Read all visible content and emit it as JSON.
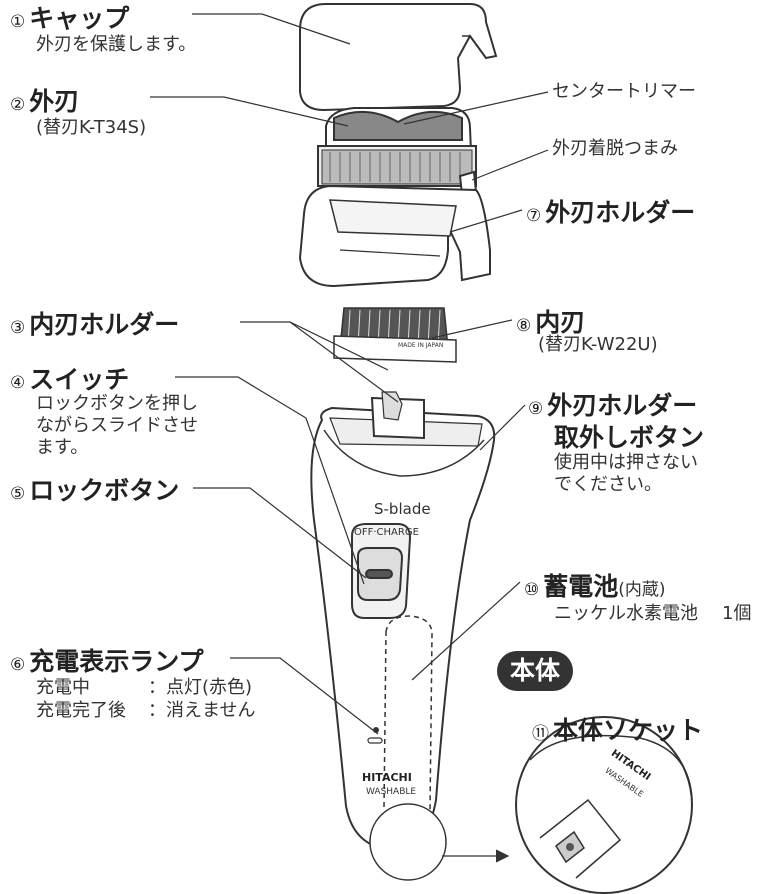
{
  "labels": {
    "cap": {
      "num": "①",
      "title": "キャップ",
      "desc": "外刃を保護します。"
    },
    "outer_blade": {
      "num": "②",
      "title": "外刃",
      "desc": "(替刃K-T34S)"
    },
    "center_trimmer": "センタートリマー",
    "blade_release_knob": "外刃着脱つまみ",
    "outer_blade_holder": {
      "num": "⑦",
      "title": "外刃ホルダー"
    },
    "inner_blade": {
      "num": "⑧",
      "title": "内刃",
      "desc": "(替刃K-W22U)"
    },
    "inner_blade_holder": {
      "num": "③",
      "title": "内刃ホルダー"
    },
    "switch": {
      "num": "④",
      "title": "スイッチ",
      "desc": [
        "ロックボタンを押し",
        "ながらスライドさせ",
        "ます。"
      ]
    },
    "holder_release": {
      "num": "⑨",
      "title": [
        "外刃ホルダー",
        "取外しボタン"
      ],
      "desc": [
        "使用中は押さない",
        "でください。"
      ]
    },
    "lock_button": {
      "num": "⑤",
      "title": "ロックボタン"
    },
    "battery": {
      "num": "⑩",
      "title": "蓄電池",
      "title_note": "(内蔵)",
      "desc_a": "ニッケル水素電池",
      "desc_b": "1個"
    },
    "lamp": {
      "num": "⑥",
      "title": "充電表示ランプ",
      "rows": [
        {
          "k": "充電中",
          "v": "：点灯(赤色)"
        },
        {
          "k": "充電完了後",
          "v": "：消えません"
        }
      ]
    },
    "body_badge": "本体",
    "socket": {
      "num": "⑪",
      "title": "本体ソケット"
    }
  },
  "device_text": {
    "brand_model": "S-blade",
    "switch_marks": "OFF·CHARGE",
    "maker": "HITACHI",
    "washable": "WASHABLE",
    "blade_mark": "MADE IN JAPAN"
  }
}
